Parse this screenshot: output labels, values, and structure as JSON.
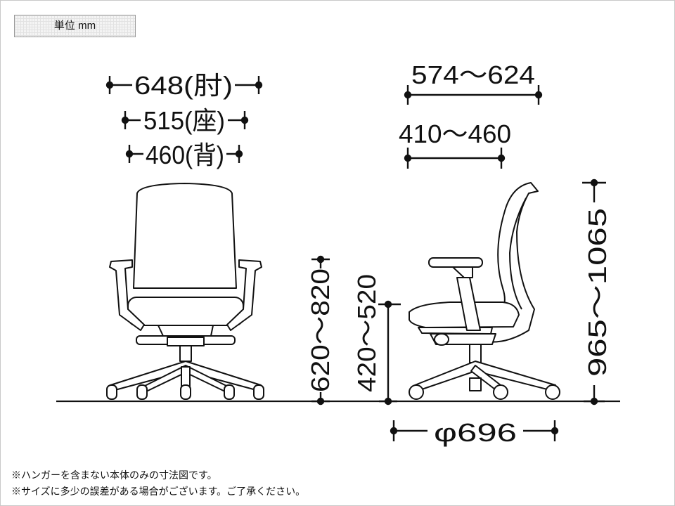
{
  "unit_label": "単位 mm",
  "front_view": {
    "width_armrest": "648(肘)",
    "width_seat": "515(座)",
    "width_back": "460(背)"
  },
  "side_view": {
    "depth_overall": "574～624",
    "depth_seat": "410～460",
    "base_diameter": "φ696"
  },
  "heights": {
    "armrest": "620～820",
    "seat": "420～520",
    "overall": "965～1065"
  },
  "notes": [
    "※ハンガーを含まない本体のみの寸法図です。",
    "※サイズに多少の誤差がある場合がございます。ご了承ください。"
  ]
}
